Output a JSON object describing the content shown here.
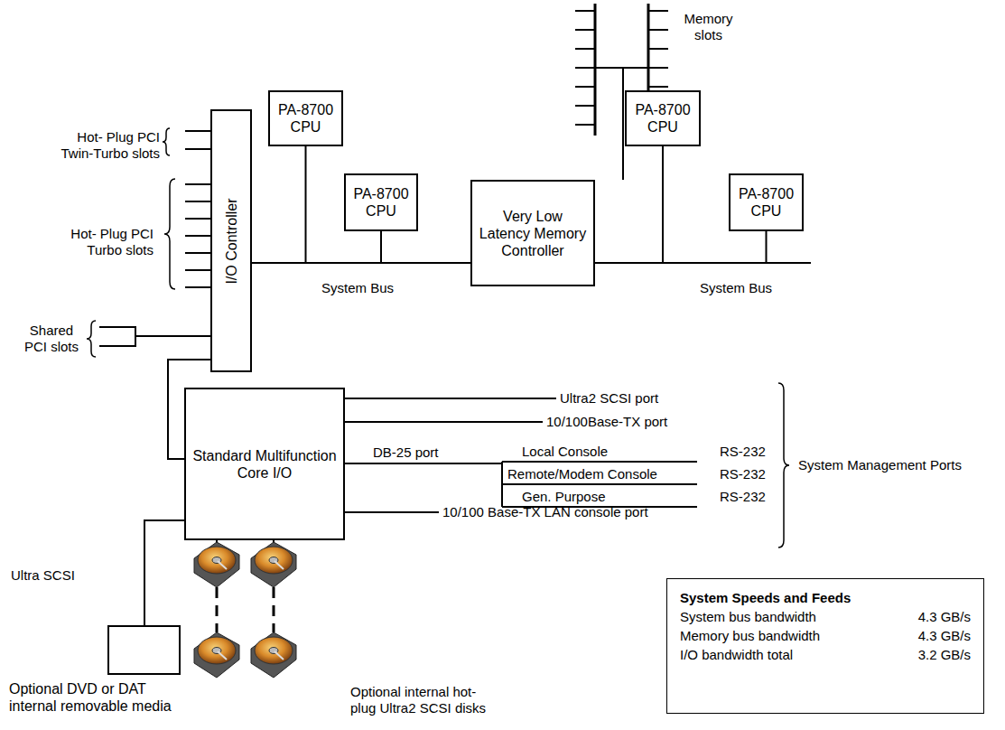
{
  "diagram": {
    "nodes": [
      {
        "text": [
          "I/O Controller"
        ]
      },
      {
        "text": [
          "PA-8700 CPU"
        ]
      },
      {
        "text": [
          "PA-8700 CPU"
        ]
      },
      {
        "text": [
          "Very Low Latency Memory Controller"
        ]
      },
      {
        "text": [
          "PA-8700 CPU"
        ]
      },
      {
        "text": [
          "PA-8700 CPU"
        ]
      },
      {
        "text": [
          "Standard Multifunction Core I/O"
        ]
      },
      {
        "text": [
          "Optional DVD or DAT internal removable media"
        ]
      },
      {
        "text": [
          "System Speeds and Feeds",
          "System bus bandwidth",
          "4.3 GB/s",
          "Memory bus bandwidth",
          "4.3 GB/s",
          "I/O bandwidth total",
          "3.2 GB/s"
        ]
      }
    ],
    "edges": [
      {
        "from": 1,
        "to": 3,
        "arrow": "none"
      },
      {
        "from": 2,
        "to": 3,
        "arrow": "none"
      },
      {
        "from": 0,
        "to": 3,
        "arrow": "none"
      },
      {
        "from": 4,
        "to": 3,
        "arrow": "none"
      },
      {
        "from": 5,
        "to": 3,
        "arrow": "none"
      },
      {
        "from": 0,
        "to": 6,
        "arrow": "none"
      },
      {
        "from": 6,
        "to": 7,
        "arrow": "none"
      }
    ],
    "labels": [
      "Memory slots",
      "Hot- Plug PCI Twin-Turbo slots",
      "Hot- Plug PCI Turbo slots",
      "Shared PCI slots",
      "System Bus",
      "System Bus",
      "Ultra2 SCSI port",
      "10/100Base-TX port",
      "DB-25 port",
      "Local Console",
      "RS-232",
      "Remote/Modem Console",
      "RS-232",
      "Gen. Purpose",
      "RS-232",
      "System Management Ports",
      "10/100 Base-TX LAN console port",
      "Ultra SCSI",
      "Optional internal hot-plug Ultra2 SCSI disks"
    ]
  }
}
